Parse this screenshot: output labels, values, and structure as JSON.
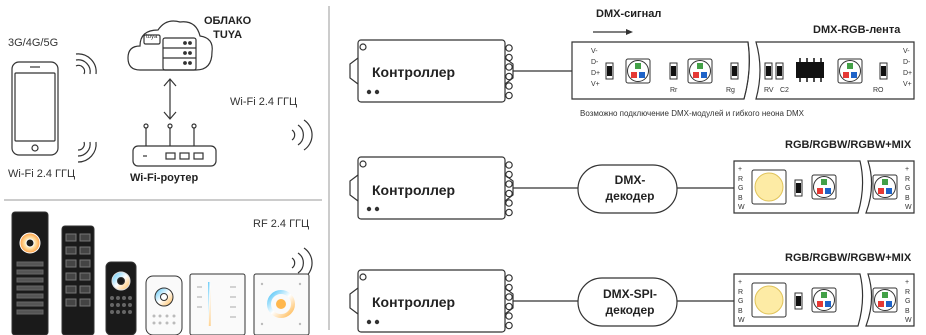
{
  "left": {
    "cloud": {
      "line1": "ОБЛАКО",
      "line2": "TUYA",
      "logo": "tuya"
    },
    "phone_network_label": "3G/4G/5G",
    "phone_wifi_label": "Wi-Fi 2.4 ГГЦ",
    "router_wifi_label": "Wi-Fi 2.4 ГГЦ",
    "router_label": "Wi-Fi-роутер",
    "rf_label": "RF 2.4 ГГЦ"
  },
  "rows": [
    {
      "controller_label": "Контроллер",
      "signal_label": "DMX-сигнал",
      "strip_label": "DMX-RGB-лента",
      "note": "Возможно подключение DMX-модулей и гибкого неона DMX",
      "strip_pins_left": [
        "V-",
        "D-",
        "D+",
        "V+"
      ],
      "strip_pins_right": [
        "V-",
        "D-",
        "D+",
        "V+"
      ],
      "strip_marks": [
        "Rr",
        "Rg",
        "RV",
        "C2",
        "RO"
      ]
    },
    {
      "controller_label": "Контроллер",
      "decoder_line1": "DMX-",
      "decoder_line2": "декодер",
      "strip_label": "RGB/RGBW/RGBW+MIX",
      "strip_pins": [
        "+",
        "R",
        "G",
        "B",
        "W"
      ]
    },
    {
      "controller_label": "Контроллер",
      "decoder_line1": "DMX-SPI-",
      "decoder_line2": "декодер",
      "strip_label": "RGB/RGBW/RGBW+MIX",
      "strip_pins": [
        "+",
        "R",
        "G",
        "B",
        "W"
      ]
    }
  ],
  "colors": {
    "stroke": "#333333",
    "warm_led": "#fdeba5",
    "red": "#e53935",
    "green": "#43a047",
    "blue": "#1e63c8",
    "wheel_gradient": [
      "#4fc3f7",
      "#ffffff",
      "#ffb74d"
    ]
  }
}
